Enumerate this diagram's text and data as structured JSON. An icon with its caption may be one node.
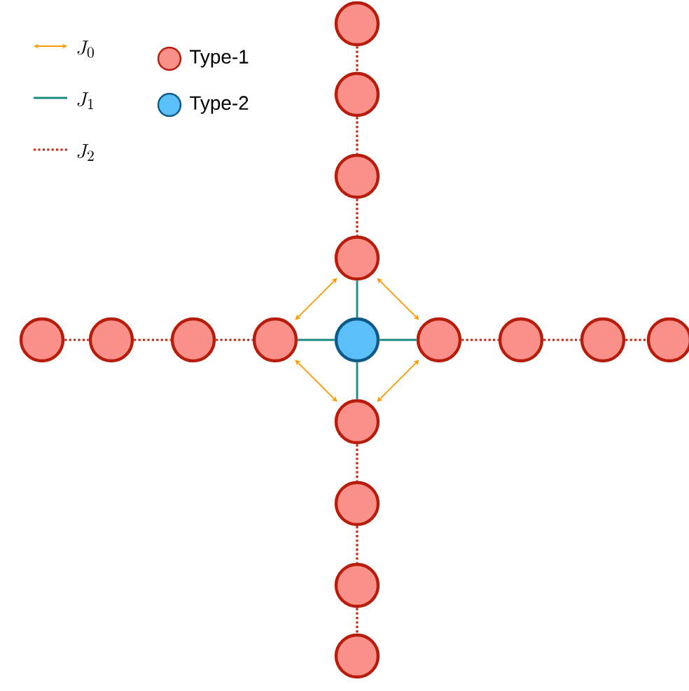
{
  "diagram": {
    "nodes": [
      {
        "text": [],
        "shape": "circle"
      },
      {
        "text": [],
        "shape": "circle"
      },
      {
        "text": [],
        "shape": "circle"
      },
      {
        "text": [],
        "shape": "circle"
      },
      {
        "text": [],
        "shape": "circle"
      },
      {
        "text": [],
        "shape": "circle"
      },
      {
        "text": [],
        "shape": "circle"
      },
      {
        "text": [],
        "shape": "circle"
      },
      {
        "text": [],
        "shape": "circle"
      },
      {
        "text": [],
        "shape": "circle"
      },
      {
        "text": [],
        "shape": "circle"
      },
      {
        "text": [],
        "shape": "circle"
      },
      {
        "text": [],
        "shape": "circle"
      },
      {
        "text": [],
        "shape": "circle"
      },
      {
        "text": [],
        "shape": "circle"
      },
      {
        "text": [],
        "shape": "circle"
      },
      {
        "text": [],
        "shape": "circle"
      }
    ],
    "edges": [
      {
        "from": 0,
        "to": 1,
        "arrow": "none",
        "style": "dashed"
      },
      {
        "from": 1,
        "to": 2,
        "arrow": "none",
        "style": "dashed"
      },
      {
        "from": 2,
        "to": 3,
        "arrow": "none",
        "style": "dashed"
      },
      {
        "from": 4,
        "to": 5,
        "arrow": "none",
        "style": "dashed"
      },
      {
        "from": 5,
        "to": 6,
        "arrow": "none",
        "style": "dashed"
      },
      {
        "from": 6,
        "to": 7,
        "arrow": "none",
        "style": "dashed"
      },
      {
        "from": 9,
        "to": 10,
        "arrow": "none",
        "style": "dashed"
      },
      {
        "from": 10,
        "to": 11,
        "arrow": "none",
        "style": "dashed"
      },
      {
        "from": 11,
        "to": 12,
        "arrow": "none",
        "style": "dashed"
      },
      {
        "from": 13,
        "to": 14,
        "arrow": "none",
        "style": "dashed"
      },
      {
        "from": 14,
        "to": 15,
        "arrow": "none",
        "style": "dashed"
      },
      {
        "from": 15,
        "to": 16,
        "arrow": "none",
        "style": "dashed"
      },
      {
        "from": 8,
        "to": 3,
        "arrow": "none",
        "color": "#1a8a80"
      },
      {
        "from": 8,
        "to": 7,
        "arrow": "none",
        "color": "#1a8a80"
      },
      {
        "from": 8,
        "to": 9,
        "arrow": "none",
        "color": "#1a8a80"
      },
      {
        "from": 8,
        "to": 13,
        "arrow": "none",
        "color": "#1a8a80"
      },
      {
        "from": 3,
        "to": 7,
        "arrow": "both",
        "color": "#ff9a00"
      },
      {
        "from": 3,
        "to": 9,
        "arrow": "both",
        "color": "#ff9a00"
      },
      {
        "from": 7,
        "to": 13,
        "arrow": "both",
        "color": "#ff9a00"
      },
      {
        "from": 9,
        "to": 13,
        "arrow": "both",
        "color": "#ff9a00"
      }
    ],
    "legend": [
      {
        "text": "J_0"
      },
      {
        "text": "J_1"
      },
      {
        "text": "J_2"
      },
      {
        "text": "Type-1",
        "color": "#f99089"
      },
      {
        "text": "Type-2",
        "color": "#5bc0f8"
      }
    ]
  }
}
